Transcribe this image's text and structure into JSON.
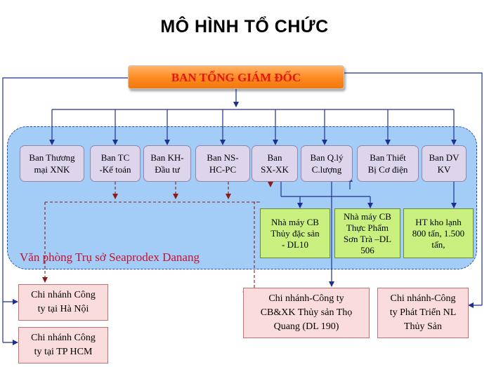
{
  "title": "MÔ HÌNH TỔ CHỨC",
  "ceo": "BAN TỔNG GIÁM ĐỐC",
  "office_label": "Văn phòng Trụ sở Seaprodex Danang",
  "departments": [
    "Ban Thương\nmại XNK",
    "Ban TC\n-Kế toán",
    "Ban KH-\nĐầu tư",
    "Ban NS-\nHC-PC",
    "Ban\nSX-XK",
    "Ban Q.lý\nC.lượng",
    "Ban Thiết\nBị Cơ điện",
    "Ban DV\nKV"
  ],
  "factories": [
    "Nhà máy CB\nThủy đặc sản\n- DL10",
    "Nhà máy CB\nThực Phẩm\nSơn Trà –DL\n506",
    "HT kho lạnh\n800 tấn, 1.500\ntấn,"
  ],
  "branches": [
    "Chi nhánh Công\nty tại Hà Nội",
    "Chi nhánh Công\nty tại TP HCM",
    "Chi nhánh-Công ty\nCB&XK Thủy sản Thọ\nQuang (DL 190)",
    "Chi nhánh-Công\nty Phát Triển NL\nThủy Sản"
  ],
  "colors": {
    "ceo_fill": "#ff8a1e",
    "ceo_text": "#e8140a",
    "office_fill": "#a3cdf7",
    "dept_fill": "#dcd5ec",
    "factory_fill": "#c9f07f",
    "branch_fill": "#fbdcdc",
    "solid_line": "#1f2f8f",
    "dashed_line": "#8b1a1a"
  }
}
